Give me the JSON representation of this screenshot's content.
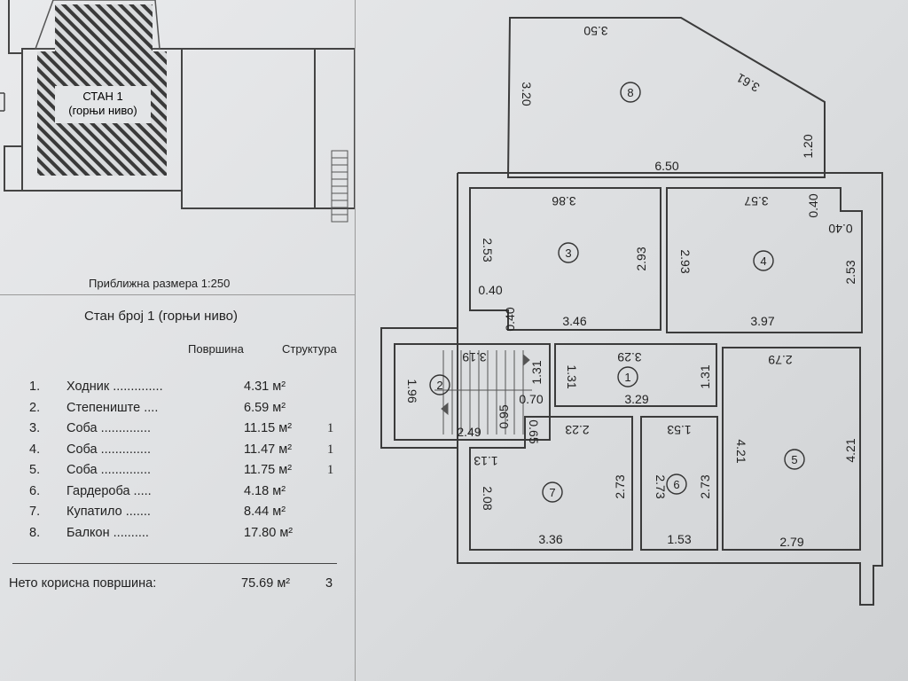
{
  "key_plan": {
    "label_line1": "СТАН 1",
    "label_line2": "(горњи ниво)"
  },
  "scale_text": "Приближна размера  1:250",
  "unit_title": "Стан број 1 (горњи ниво)",
  "columns": {
    "area": "Површина",
    "structure": "Структура"
  },
  "rooms": [
    {
      "num": "1.",
      "name": "Ходник ..............",
      "area": "4.31 м²",
      "struct": ""
    },
    {
      "num": "2.",
      "name": "Степениште ....",
      "area": "6.59 м²",
      "struct": ""
    },
    {
      "num": "3.",
      "name": "Соба ..............",
      "area": "11.15 м²",
      "struct": "1"
    },
    {
      "num": "4.",
      "name": "Соба ..............",
      "area": "11.47 м²",
      "struct": "1"
    },
    {
      "num": "5.",
      "name": "Соба ..............",
      "area": "11.75 м²",
      "struct": "1"
    },
    {
      "num": "6.",
      "name": "Гардероба .....",
      "area": "4.18 м²",
      "struct": ""
    },
    {
      "num": "7.",
      "name": "Купатило .......",
      "area": "8.44 м²",
      "struct": ""
    },
    {
      "num": "8.",
      "name": "Балкон ..........",
      "area": "17.80 м²",
      "struct": ""
    }
  ],
  "total": {
    "label": "Нето корисна површина:",
    "value": "75.69 м²",
    "struct": "3"
  },
  "plan": {
    "room_numbers": [
      "1",
      "2",
      "3",
      "4",
      "5",
      "6",
      "7",
      "8"
    ],
    "dims": {
      "b_350": "3.50",
      "b_361": "3.61",
      "b_320": "3.20",
      "b_120": "1.20",
      "b_650": "6.50",
      "r3_386": "3.86",
      "r3_253": "2.53",
      "r3_293": "2.93",
      "r3_040a": "0.40",
      "r3_040b": "0.40",
      "r3_346": "3.46",
      "r4_357": "3.57",
      "r4_040a": "0.40",
      "r4_040b": "0.40",
      "r4_293": "2.93",
      "r4_253": "2.53",
      "r4_397": "3.97",
      "r2_319": "3.19",
      "r2_196": "1.96",
      "r2_131": "1.31",
      "r2_070": "0.70",
      "r2_095": "0.95",
      "r2_249": "2.49",
      "r1_329a": "3.29",
      "r1_131a": "1.31",
      "r1_131b": "1.31",
      "r1_329b": "3.29",
      "r5_279a": "2.79",
      "r5_421a": "4.21",
      "r5_421b": "4.21",
      "r5_279b": "2.79",
      "r7_065": "0.65",
      "r7_223": "2.23",
      "r7_113": "1.13",
      "r7_208": "2.08",
      "r7_273": "2.73",
      "r7_336": "3.36",
      "r6_153a": "1.53",
      "r6_273a": "2.73",
      "r6_273b": "2.73",
      "r6_153b": "1.53"
    }
  }
}
